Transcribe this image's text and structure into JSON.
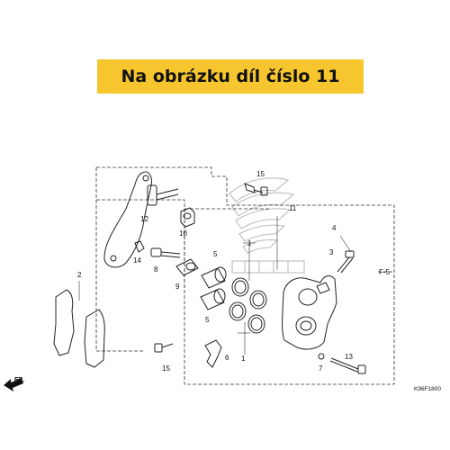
{
  "banner": {
    "text": "Na obrázku díl číslo 11"
  },
  "diagram": {
    "labels": {
      "p1a": "1",
      "p1b": "1",
      "p2": "2",
      "p3": "3",
      "p4": "4",
      "p5a": "5",
      "p5b": "5",
      "p6": "6",
      "p7": "7",
      "p8": "8",
      "p9": "9",
      "p10": "10",
      "p11": "11",
      "p12": "12",
      "p13": "13",
      "p14": "14",
      "p15a": "15",
      "p15b": "15"
    },
    "ref": "F-5",
    "code": "K96F1800",
    "fr": "FR."
  },
  "colors": {
    "banner": "#f7c62f",
    "line": "#222222",
    "logo_watermark": "#bdbdbd"
  }
}
